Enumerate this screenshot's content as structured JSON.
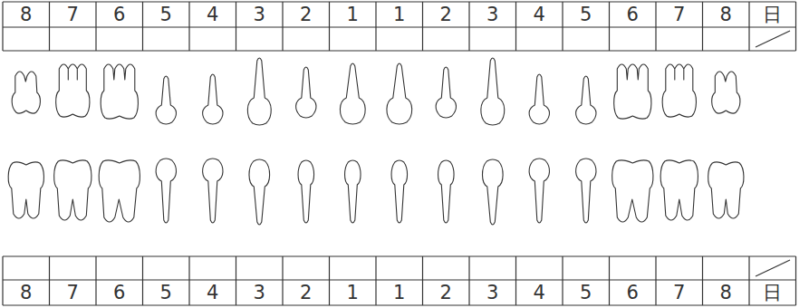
{
  "diagram": {
    "labels": [
      "8",
      "7",
      "6",
      "5",
      "4",
      "3",
      "2",
      "1",
      "1",
      "2",
      "3",
      "4",
      "5",
      "6",
      "7",
      "8",
      "日",
      "8",
      "7",
      "6",
      "5",
      "4",
      "3",
      "2",
      "1",
      "1",
      "2",
      "3",
      "4",
      "5",
      "6",
      "7",
      "8",
      "日"
    ]
  }
}
